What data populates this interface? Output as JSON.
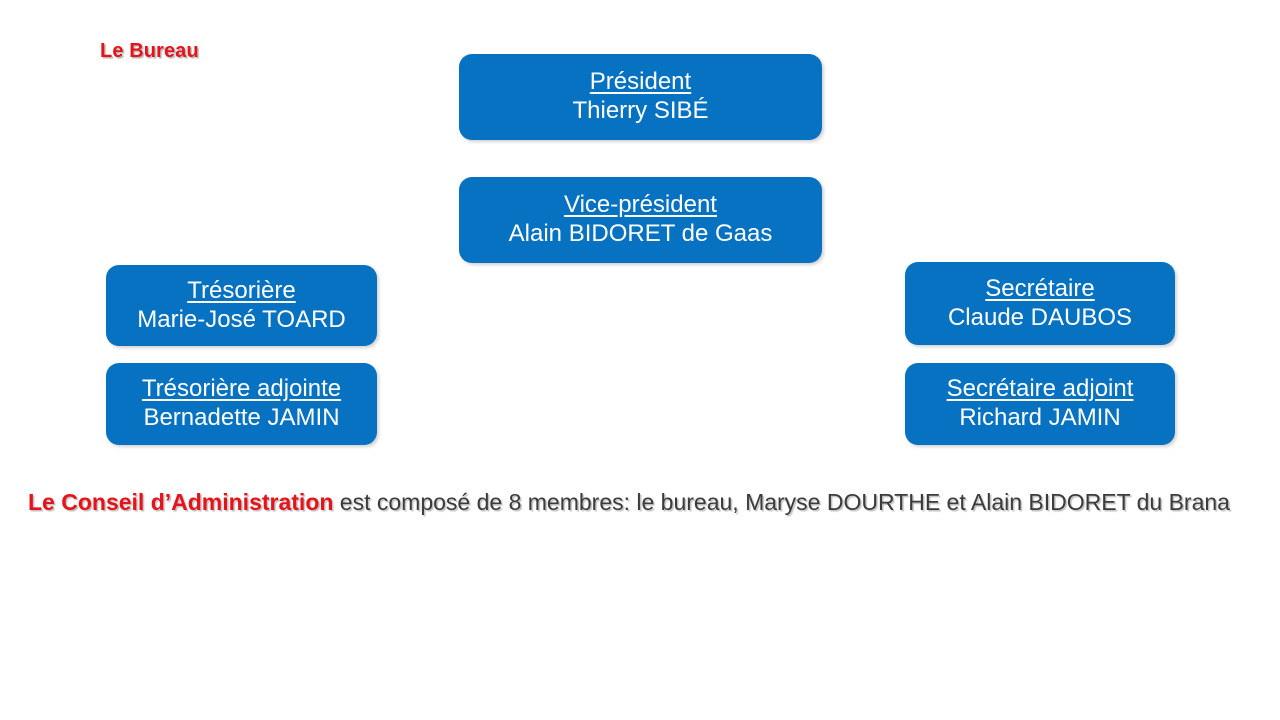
{
  "slide": {
    "background_color": "#ffffff",
    "section_title": "Le Bureau",
    "title_color": "#E8131A",
    "box_color": "#0672C1",
    "box_text_color": "#ffffff"
  },
  "org_chart": {
    "boxes": [
      {
        "role": "Président",
        "person": "Thierry SIBÉ"
      },
      {
        "role": "Vice-président",
        "person": "Alain BIDORET de Gaas"
      },
      {
        "role": "Trésorière",
        "person": "Marie-José TOARD"
      },
      {
        "role": "Trésorière adjointe",
        "person": "Bernadette JAMIN"
      },
      {
        "role": "Secrétaire",
        "person": "Claude DAUBOS"
      },
      {
        "role": "Secrétaire adjoint",
        "person": "Richard JAMIN"
      }
    ]
  },
  "caption": {
    "emphasis": "Le Conseil d’Administration",
    "rest": " est composé de 8 membres: le bureau, Maryse DOURTHE et Alain BIDORET du Brana"
  }
}
